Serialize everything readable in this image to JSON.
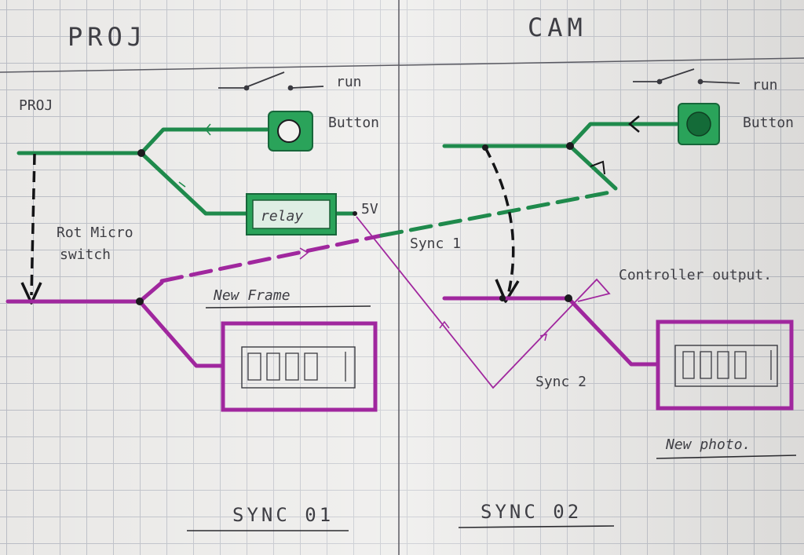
{
  "headers": {
    "left": "PROJ",
    "right": "CAM"
  },
  "labels": {
    "proj_side": "PROJ",
    "run_left": "run",
    "run_right": "run",
    "button_left": "Button",
    "button_right": "Button",
    "relay": "relay",
    "five_volt": "5V",
    "microswitch_line1": "Rot Micro",
    "microswitch_line2": "switch",
    "sync1": "Sync 1",
    "sync2": "Sync 2",
    "new_frame": "New Frame",
    "controller_output": "Controller output.",
    "new_photo": "New photo.",
    "sync01": "SYNC 01",
    "sync02": "SYNC 02"
  },
  "colors": {
    "green": "#1f8a4c",
    "green_fill": "#2aa35a",
    "magenta": "#a0279e",
    "ink": "#2b2b2f",
    "pencil": "#46464c"
  }
}
